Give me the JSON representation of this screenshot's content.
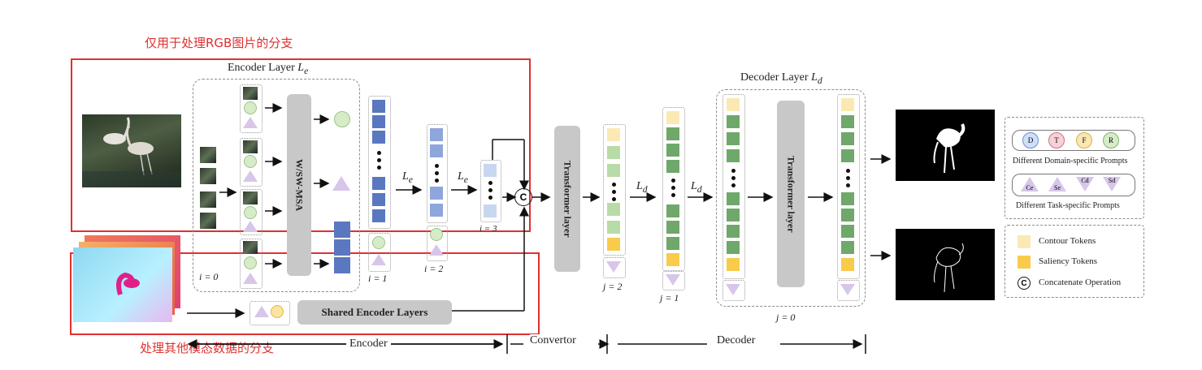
{
  "annotations": {
    "rgb_branch": "仅用于处理RGB图片的分支",
    "other_branch": "处理其他模态数据的分支"
  },
  "encoder": {
    "layer_title": "Encoder Layer",
    "layer_symbol": "L",
    "layer_sub": "e",
    "msa_label": "W/SW-MSA",
    "i0": "i = 0",
    "i1": "i = 1",
    "i2": "i = 2",
    "i3": "i = 3",
    "arrow_le_1": "L",
    "arrow_le_2": "L",
    "arrow_sub": "e",
    "shared_label": "Shared Encoder Layers",
    "concat_symbol": "C"
  },
  "convertor": {
    "label": "Transformer layer"
  },
  "decoder": {
    "layer_title": "Decoder Layer",
    "layer_symbol": "L",
    "layer_sub": "d",
    "transformer_label": "Transformer layer",
    "j2": "j = 2",
    "j1": "j = 1",
    "j0": "j = 0",
    "arrow_ld_1": "L",
    "arrow_ld_2": "L",
    "arrow_sub": "d"
  },
  "prompts": {
    "domain_letters": [
      "D",
      "T",
      "F",
      "R"
    ],
    "domain_colors": [
      "#cfe0f7",
      "#f7d0d8",
      "#fbe7b0",
      "#d6ecc8"
    ],
    "domain_caption": "Different Domain-specific Prompts",
    "task_letters": [
      "Ce",
      "Se",
      "Cd",
      "Sd"
    ],
    "task_caption": "Different Task-specific Prompts"
  },
  "legend": {
    "contour": "Contour Tokens",
    "saliency": "Saliency Tokens",
    "concat": "Concatenate Operation",
    "concat_symbol": "C",
    "contour_color": "#fbe9b4",
    "saliency_color": "#f8cb4a"
  },
  "bottom": {
    "encoder": "Encoder",
    "convertor": "Convertor",
    "decoder": "Decoder"
  }
}
